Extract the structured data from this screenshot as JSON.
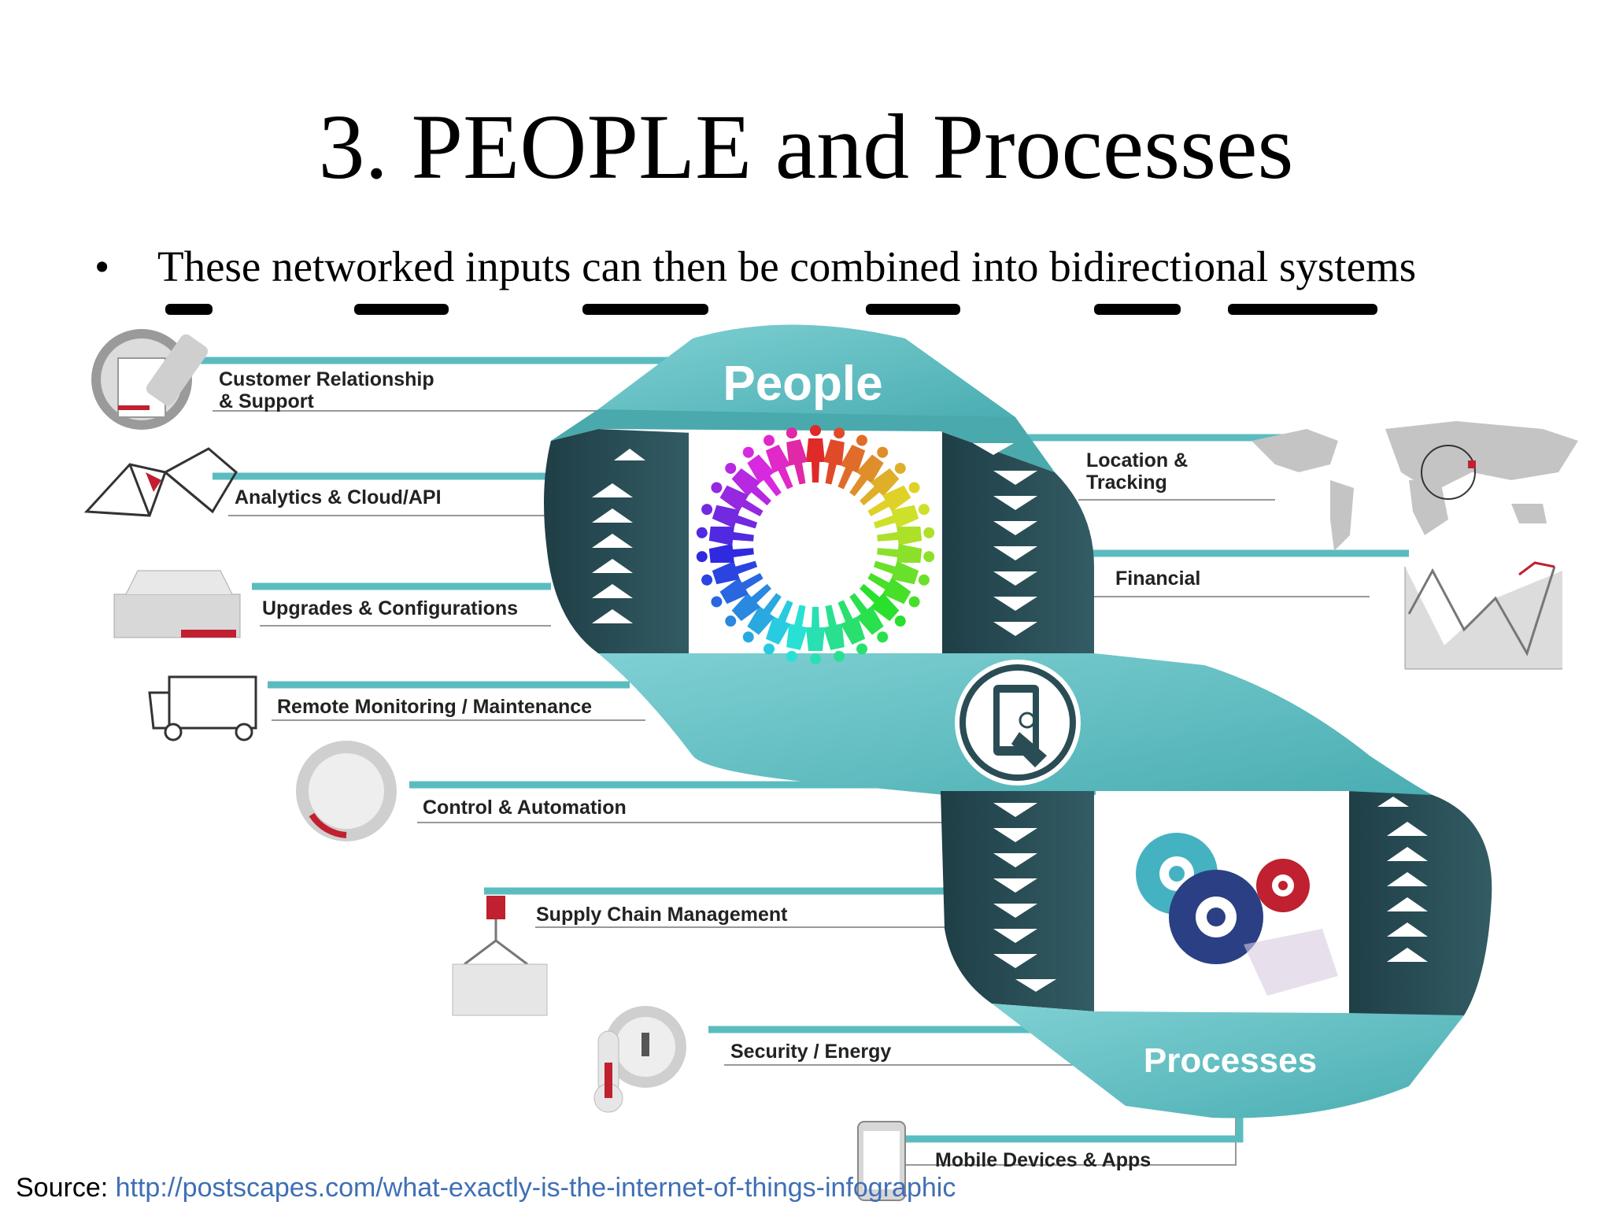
{
  "slide": {
    "title": "3. PEOPLE and Processes",
    "bullet_symbol": "•",
    "bullet_text": "These networked inputs can then be combined into bidirectional systems"
  },
  "diagram": {
    "people_label": "People",
    "processes_label": "Processes",
    "left_items": [
      {
        "line1": "Customer Relationship",
        "line2": "& Support",
        "icon": "clipboard-icon"
      },
      {
        "line1": "Analytics & Cloud/API",
        "icon": "network-mesh-icon"
      },
      {
        "line1": "Upgrades & Configurations",
        "icon": "toolbox-icon"
      },
      {
        "line1": "Remote Monitoring / Maintenance",
        "icon": "truck-icon"
      },
      {
        "line1": "Control & Automation",
        "icon": "dial-knob-icon"
      },
      {
        "line1": "Supply Chain Management",
        "icon": "crane-hook-icon"
      },
      {
        "line1": "Security / Energy",
        "icon": "lock-thermometer-icon"
      },
      {
        "line1": "Mobile Devices & Apps",
        "icon": "smartphone-icon"
      }
    ],
    "right_items": [
      {
        "line1": "Location &",
        "line2": "Tracking",
        "icon": "world-map-icon"
      },
      {
        "line1": "Financial",
        "icon": "stock-chart-icon"
      }
    ],
    "colors": {
      "teal": "#5bbcc0",
      "dark_teal": "#2a4d55",
      "accent_red": "#c0202f",
      "navy_gear": "#2b3f84"
    }
  },
  "source": {
    "label": "Source: ",
    "url": "http://postscapes.com/what-exactly-is-the-internet-of-things-infographic"
  }
}
